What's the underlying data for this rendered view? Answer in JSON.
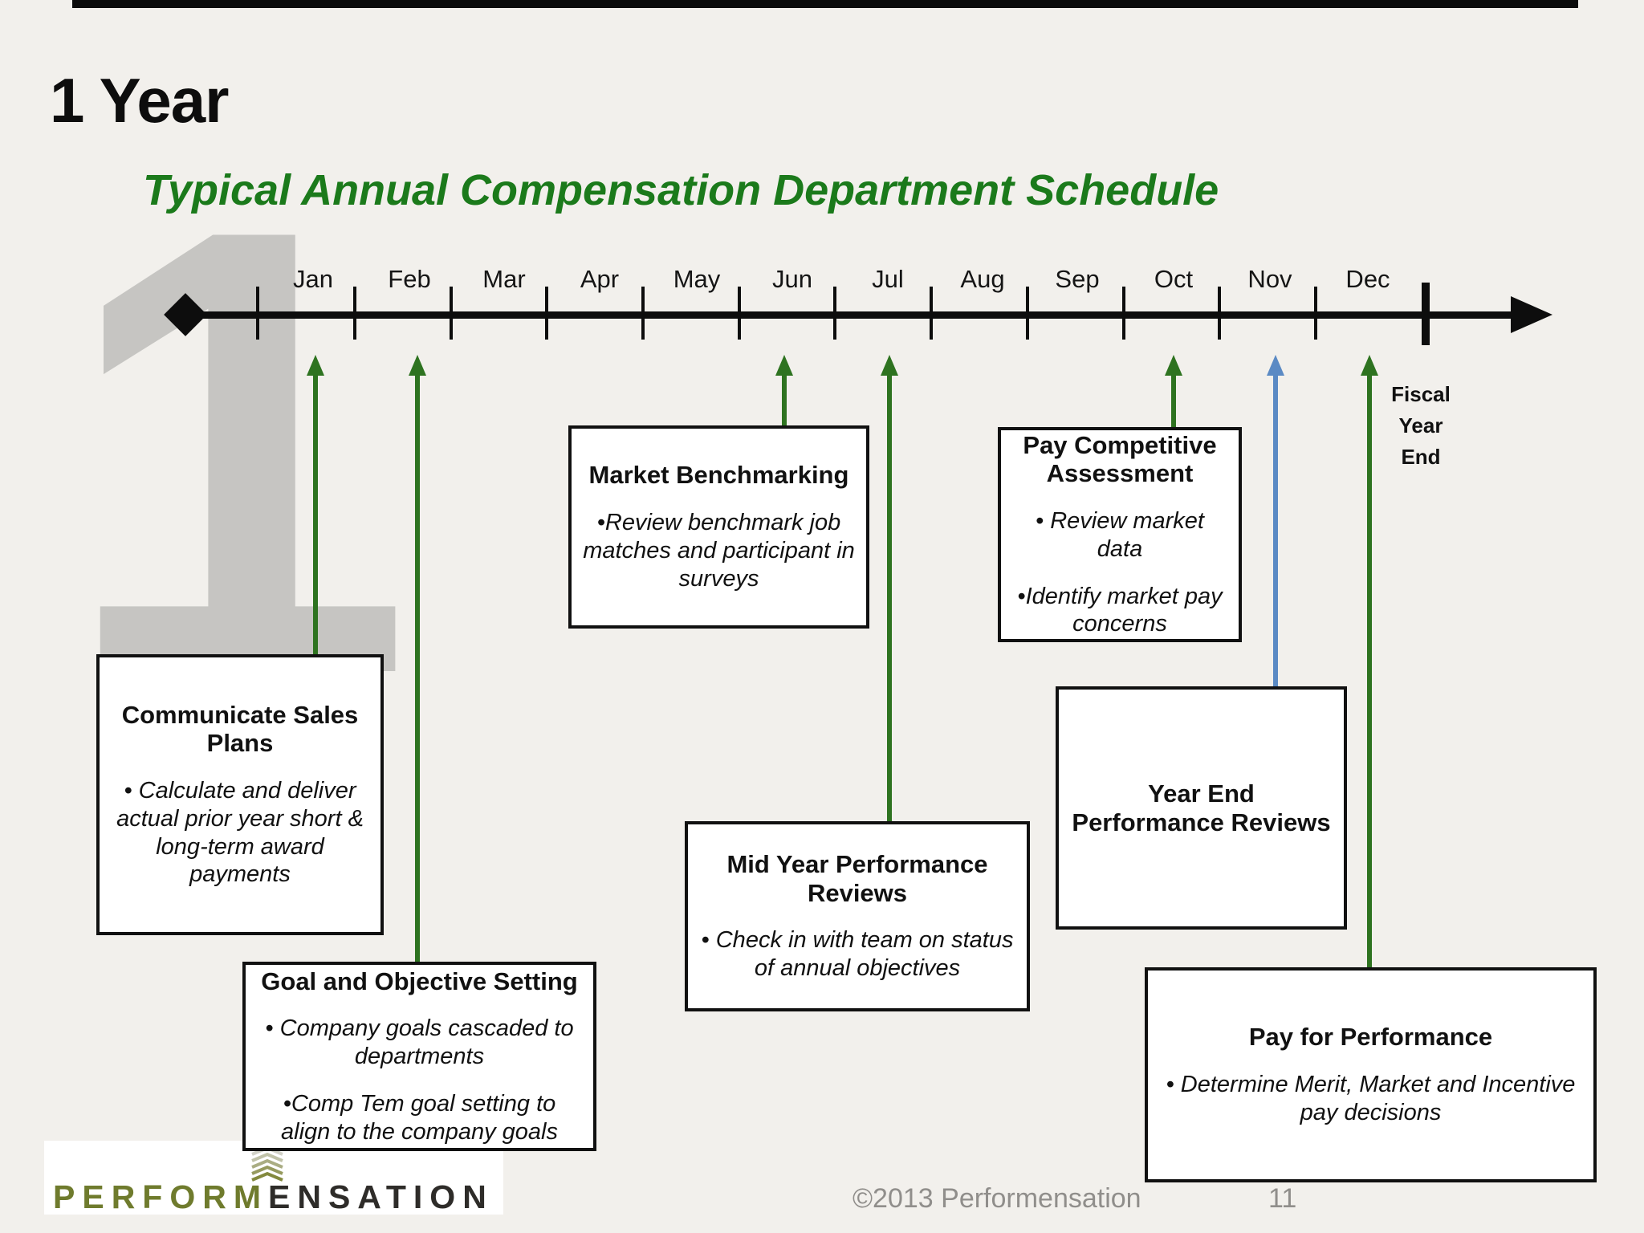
{
  "page": {
    "title": "1 Year",
    "subtitle": "Typical Annual Compensation Department Schedule",
    "watermark_digit": "1"
  },
  "timeline": {
    "months": [
      "Jan",
      "Feb",
      "Mar",
      "Apr",
      "May",
      "Jun",
      "Jul",
      "Aug",
      "Sep",
      "Oct",
      "Nov",
      "Dec"
    ],
    "fiscal_lines": [
      "Fiscal",
      "Year",
      "End"
    ]
  },
  "events": [
    {
      "month": "Jan",
      "arrow_color": "green",
      "title": "Communicate Sales Plans",
      "bullets": [
        "• Calculate and deliver actual prior year short & long-term award payments"
      ]
    },
    {
      "month": "Feb",
      "arrow_color": "green",
      "title": "Goal and Objective Setting",
      "bullets": [
        "• Company goals cascaded to departments",
        "•Comp Tem goal setting to align to the company goals"
      ]
    },
    {
      "month": "Jun",
      "arrow_color": "green",
      "title": "Market Benchmarking",
      "bullets": [
        "•Review benchmark job matches and participant in surveys"
      ]
    },
    {
      "month": "Jul",
      "arrow_color": "green",
      "title": "Mid Year Performance Reviews",
      "bullets": [
        "• Check in with team on status of annual objectives"
      ]
    },
    {
      "month": "Oct",
      "arrow_color": "green",
      "title": "Pay Competitive Assessment",
      "bullets": [
        "• Review market data",
        "•Identify market pay concerns"
      ]
    },
    {
      "month": "Nov",
      "arrow_color": "blue",
      "title": "Year End Performance Reviews",
      "bullets": []
    },
    {
      "month": "Dec",
      "arrow_color": "green",
      "title": "Pay for Performance",
      "bullets": [
        "• Determine Merit, Market and Incentive pay decisions"
      ]
    }
  ],
  "footer": {
    "logo_part1": "PERFORM",
    "logo_part2": "ENSATION",
    "copyright": "©2013 Performensation",
    "page_number": "11"
  },
  "colors": {
    "background": "#f2f0ec",
    "title_green": "#1b7a1b",
    "arrow_green": "#2e7320",
    "arrow_blue": "#5b8ac4",
    "watermark_gray": "#c6c5c2",
    "logo_olive": "#6f7b2d",
    "logo_dark": "#2e2c29",
    "footer_gray": "#908e8b"
  }
}
